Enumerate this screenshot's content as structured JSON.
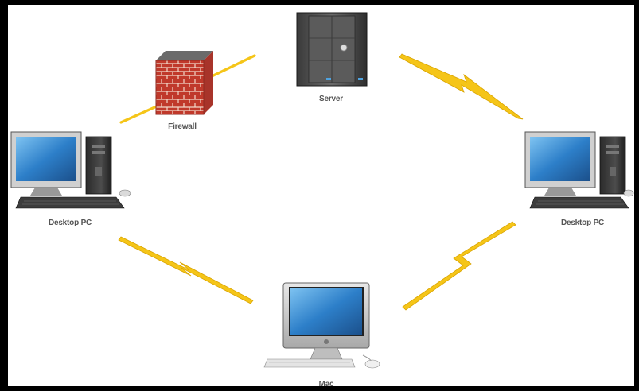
{
  "diagram": {
    "nodes": [
      {
        "id": "server",
        "label": "Server",
        "icon": "server-tower-icon"
      },
      {
        "id": "firewall",
        "label": "Firewall",
        "icon": "brick-firewall-icon"
      },
      {
        "id": "pc_left",
        "label": "Desktop PC",
        "icon": "desktop-pc-icon"
      },
      {
        "id": "pc_right",
        "label": "Desktop PC",
        "icon": "desktop-pc-icon"
      },
      {
        "id": "mac",
        "label": "Mac",
        "icon": "imac-icon"
      }
    ],
    "connections": [
      {
        "from": "pc_left",
        "to": "firewall",
        "style": "straight"
      },
      {
        "from": "firewall",
        "to": "server",
        "style": "straight"
      },
      {
        "from": "server",
        "to": "pc_right",
        "style": "lightning"
      },
      {
        "from": "pc_right",
        "to": "mac",
        "style": "lightning"
      },
      {
        "from": "mac",
        "to": "pc_left",
        "style": "lightning"
      }
    ],
    "colors": {
      "link": "#F5C518",
      "link_edge": "#D9A400",
      "frame": "#000000",
      "label": "#555555",
      "screen": "#2D7FC9",
      "brick": "#C0392B",
      "server_body": "#4A4A4A"
    }
  }
}
